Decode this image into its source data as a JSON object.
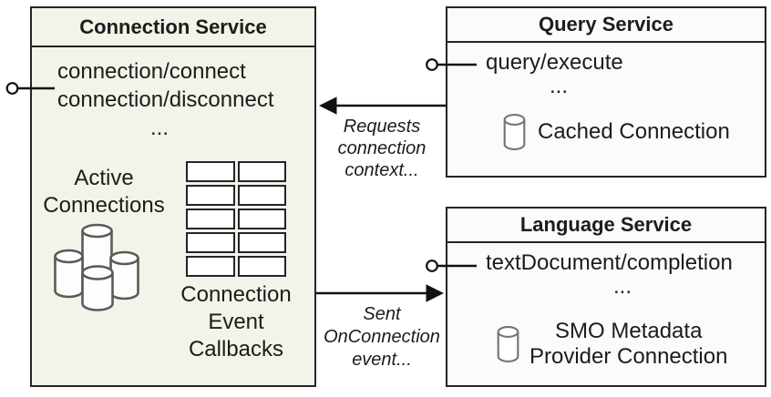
{
  "colors": {
    "connection_fill": "#f1f4e9",
    "service_fill": "#fafbfc",
    "border": "#242424",
    "arrow": "#111111",
    "cylinder_stroke_dark": "#5a5a5a",
    "cylinder_stroke_light": "#757575",
    "text": "#1c1c1c"
  },
  "connection_service": {
    "title": "Connection Service",
    "methods": [
      "connection/connect",
      "connection/disconnect"
    ],
    "methods_ellipsis": "...",
    "active_connections": [
      "Active",
      "Connections"
    ],
    "callbacks": [
      "Connection",
      "Event",
      "Callbacks"
    ],
    "table": {
      "rows": 5,
      "cols": 2
    }
  },
  "query_service": {
    "title": "Query Service",
    "methods": [
      "query/execute"
    ],
    "methods_ellipsis": "...",
    "cache_label": "Cached Connection"
  },
  "language_service": {
    "title": "Language Service",
    "methods": [
      "textDocument/completion"
    ],
    "methods_ellipsis": "...",
    "cache_label": [
      "SMO Metadata",
      "Provider Connection"
    ]
  },
  "arrows": {
    "requests_label": [
      "Requests",
      "connection",
      "context..."
    ],
    "sent_label": [
      "Sent",
      "OnConnection",
      "event..."
    ]
  }
}
